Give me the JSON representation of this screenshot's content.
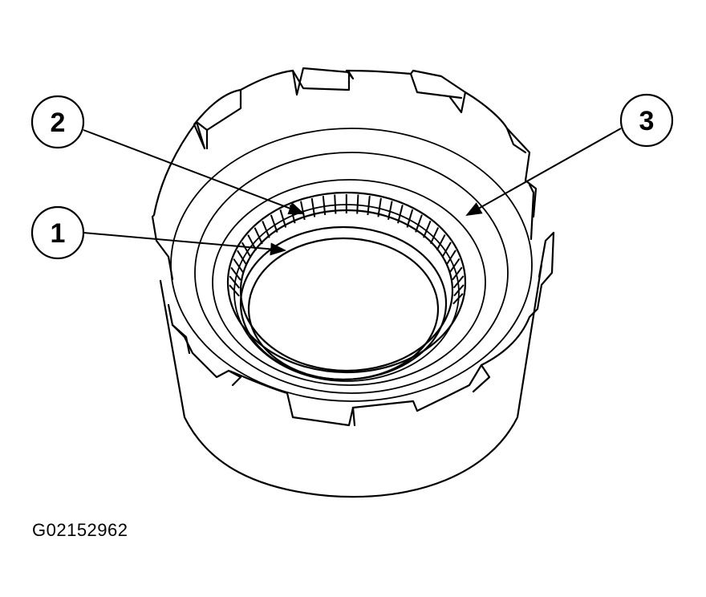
{
  "figure": {
    "id_label": "G02152962",
    "stroke_color": "#000000",
    "background_color": "#ffffff"
  },
  "callouts": [
    {
      "label": "1",
      "target": "inner-race"
    },
    {
      "label": "2",
      "target": "roller-cage"
    },
    {
      "label": "3",
      "target": "drum-inner-ring"
    }
  ]
}
